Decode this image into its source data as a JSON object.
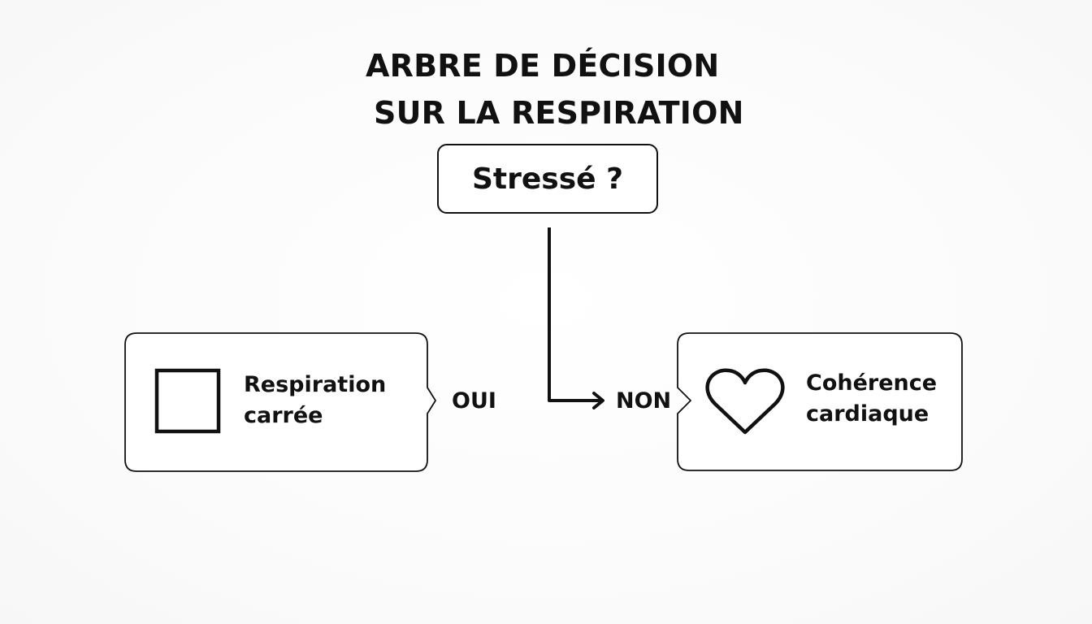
{
  "title": {
    "line1": "ARBRE DE DÉCISION",
    "line2": "SUR LA RESPIRATION"
  },
  "decision": {
    "question": "Stressé ?"
  },
  "branches": {
    "yes_label": "OUI",
    "no_label": "NON"
  },
  "options": {
    "left": {
      "line1": "Respiration",
      "line2": "carrée",
      "icon": "square-icon"
    },
    "right": {
      "line1": "Cohérence",
      "line2": "cardiaque",
      "icon": "heart-icon"
    }
  },
  "colors": {
    "stroke": "#111111",
    "background": "#ffffff"
  }
}
